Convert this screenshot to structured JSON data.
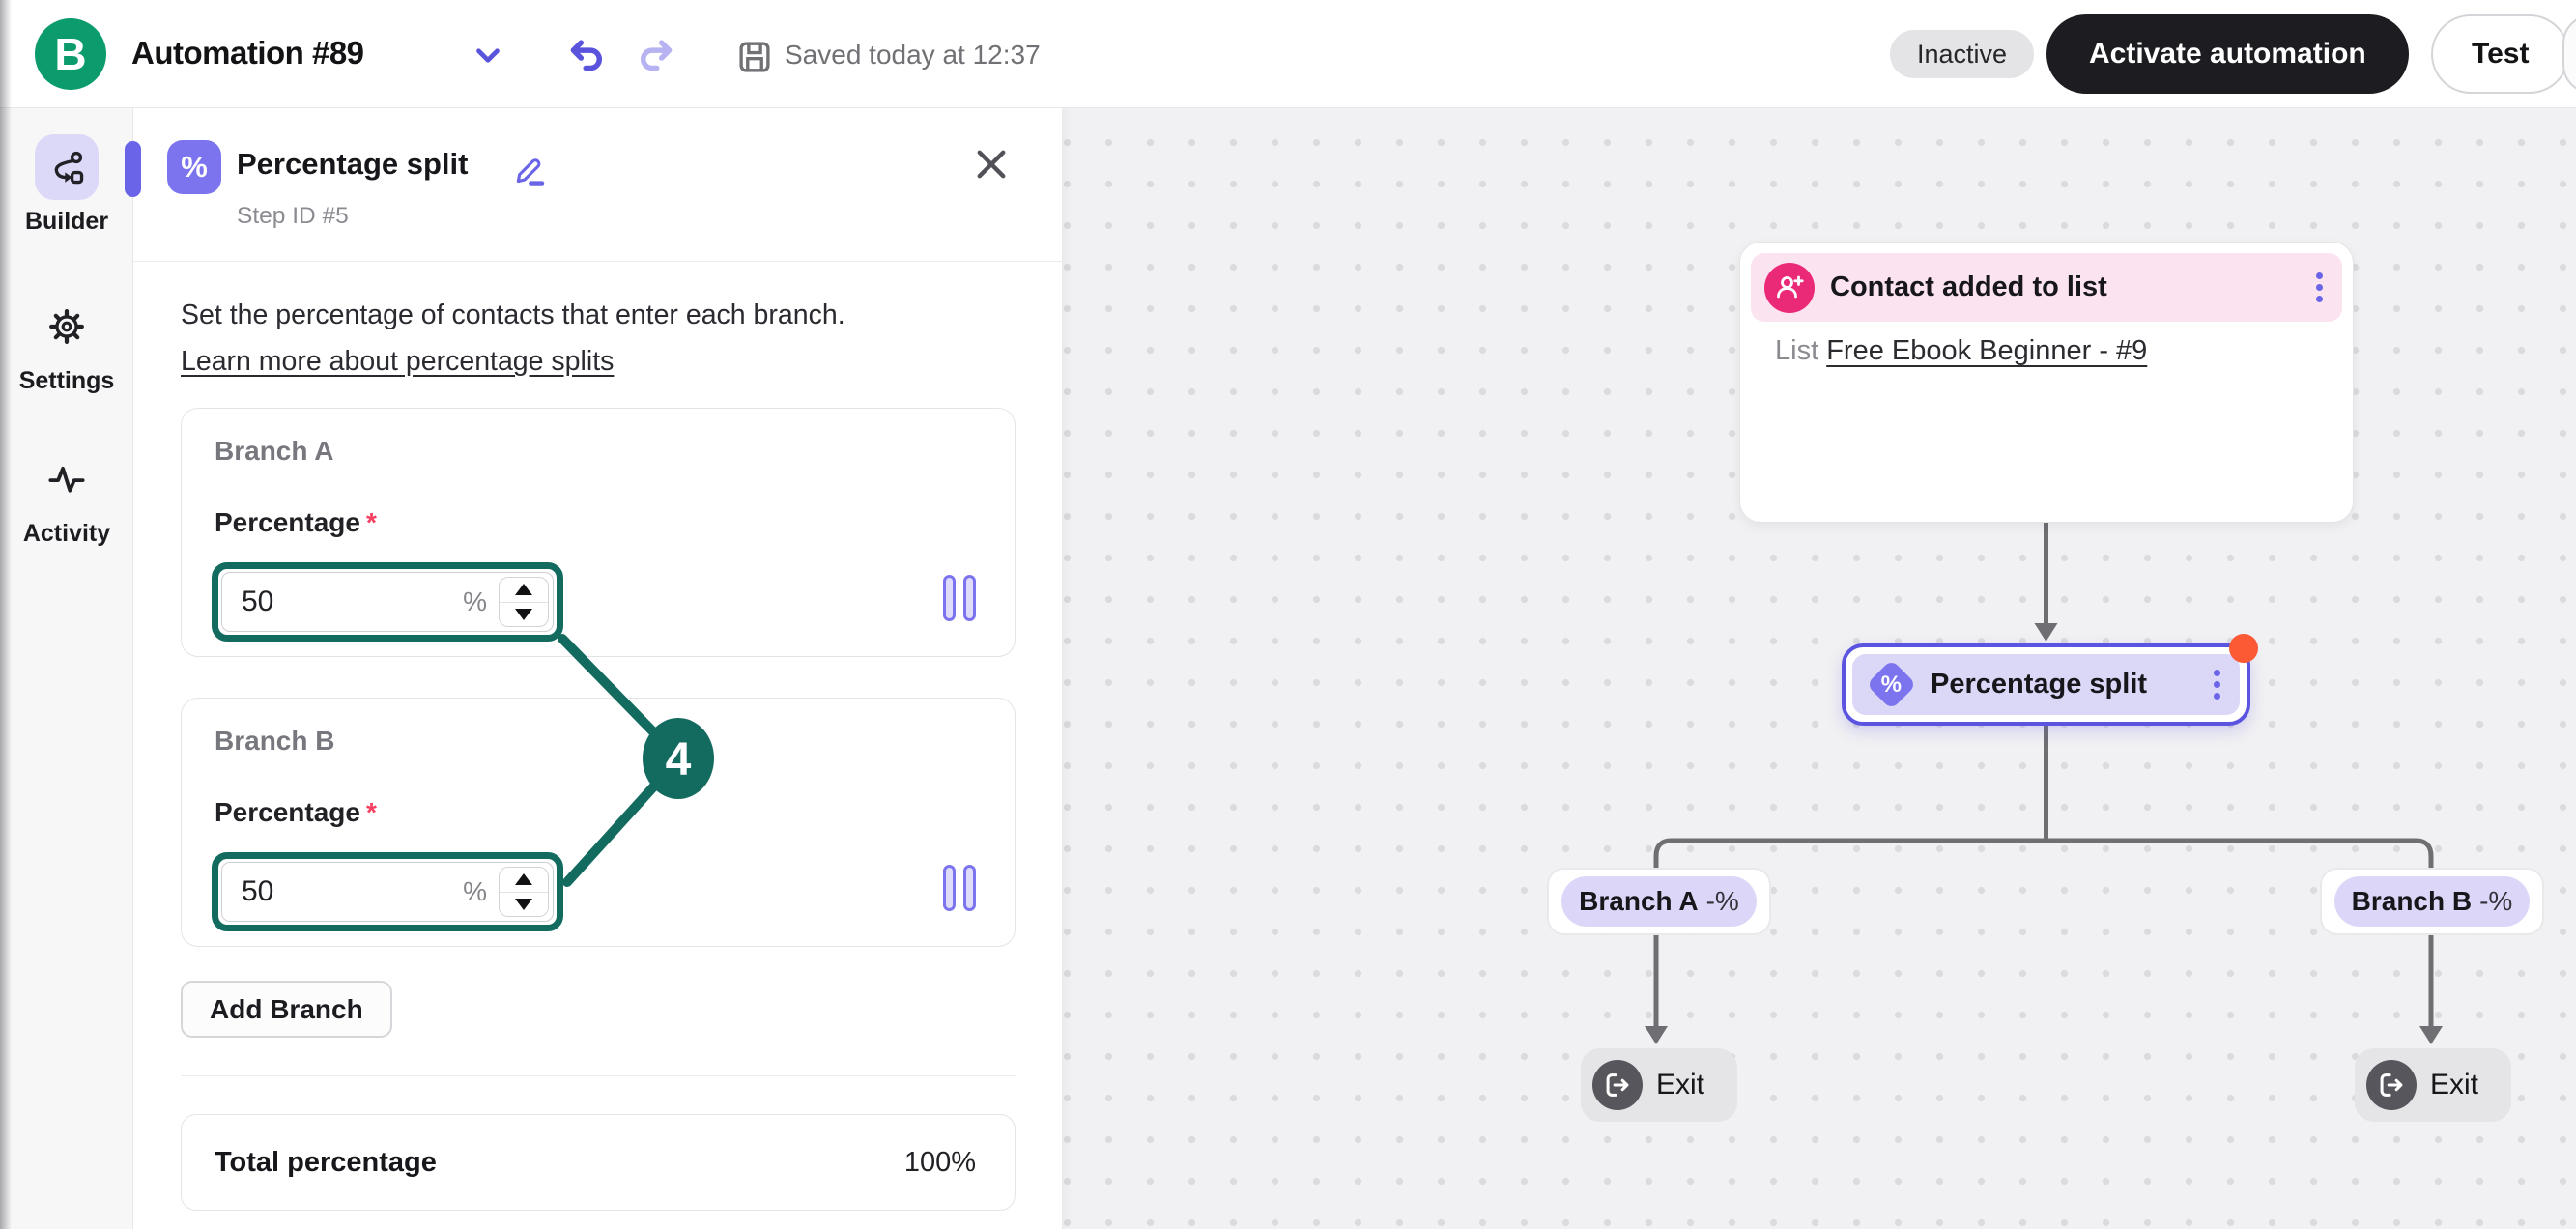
{
  "topbar": {
    "logo_letter": "B",
    "title": "Automation #89",
    "saved_status": "Saved today at 12:37",
    "status_badge": "Inactive",
    "activate_label": "Activate automation",
    "test_label": "Test"
  },
  "sidebar": {
    "items": [
      {
        "label": "Builder",
        "active": true
      },
      {
        "label": "Settings",
        "active": false
      },
      {
        "label": "Activity",
        "active": false
      }
    ]
  },
  "panel": {
    "icon_glyph": "%",
    "title": "Percentage split",
    "step_id": "Step ID #5",
    "description": "Set the percentage of contacts that enter each branch.",
    "learn_more": "Learn more about percentage splits",
    "branches": [
      {
        "name": "Branch A",
        "field_label": "Percentage",
        "required_mark": "*",
        "value": "50",
        "unit": "%"
      },
      {
        "name": "Branch B",
        "field_label": "Percentage",
        "required_mark": "*",
        "value": "50",
        "unit": "%"
      }
    ],
    "add_branch_label": "Add Branch",
    "total_label": "Total percentage",
    "total_value": "100%"
  },
  "annotation": {
    "number": "4"
  },
  "canvas": {
    "trigger": {
      "title": "Contact added to list",
      "body_prefix": "List",
      "list_link": "Free Ebook Beginner - #9"
    },
    "split": {
      "icon_glyph": "%",
      "title": "Percentage split"
    },
    "chips": [
      {
        "name": "Branch A",
        "suffix": "-%"
      },
      {
        "name": "Branch B",
        "suffix": "-%"
      }
    ],
    "exits": [
      {
        "label": "Exit"
      },
      {
        "label": "Exit"
      }
    ]
  },
  "colors": {
    "brand_green": "#0b9b6d",
    "accent_purple": "#6a64e9",
    "lavender": "#dcd7f8",
    "trigger_pink": "#ea2a77",
    "trigger_pink_bg": "#fbe3f0",
    "selection_orange": "#fb5a35",
    "annotation_teal": "#136b60",
    "connector_gray": "#6e6e73",
    "dark_button": "#1d1d21"
  }
}
